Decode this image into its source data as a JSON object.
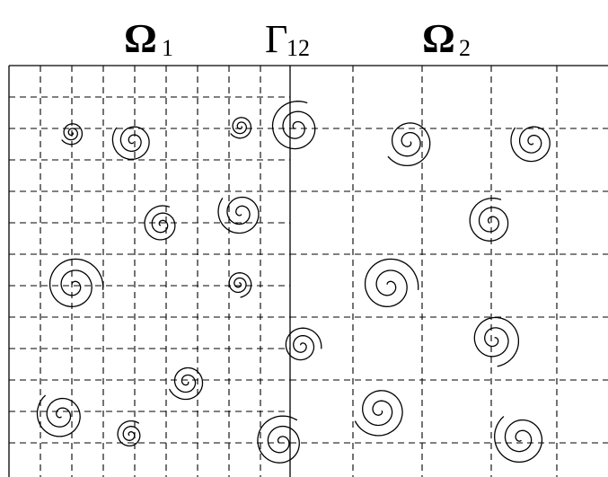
{
  "labels": {
    "omega1_symbol": "Ω",
    "omega1_subscript": "1",
    "gamma_symbol": "Γ",
    "gamma_subscript": "12",
    "omega2_symbol": "Ω",
    "omega2_subscript": "2"
  },
  "spirals": {
    "omega1": [
      {
        "r": 0.27
      },
      {
        "r": 0.47
      },
      {
        "r": 0.43
      },
      {
        "r": 0.66
      },
      {
        "r": 0.3
      },
      {
        "r": 0.42
      },
      {
        "r": 0.56
      },
      {
        "r": 0.32
      }
    ],
    "interface": [
      {
        "r": 0.27
      },
      {
        "r": 0.52
      },
      {
        "r": 0.6
      },
      {
        "r": 0.44
      }
    ],
    "omega2": [
      {
        "r": 0.56
      },
      {
        "r": 0.5
      },
      {
        "r": 0.54
      },
      {
        "r": 0.66
      },
      {
        "r": 0.6
      },
      {
        "r": 0.6
      },
      {
        "r": 0.62
      },
      {
        "r": 0.6
      }
    ]
  }
}
